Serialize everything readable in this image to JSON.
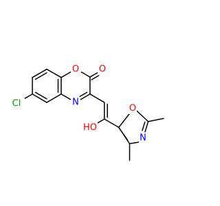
{
  "molecule": {
    "atom_labels": {
      "cl": "Cl",
      "o_ring": "O",
      "o_carbonyl": "O",
      "n_ring": "N",
      "oh": "HO",
      "o_oxazole": "O",
      "n_oxazole": "N"
    },
    "colors": {
      "bond": "#000000",
      "chlorine": "#00a000",
      "oxygen": "#ff0000",
      "nitrogen": "#0000ff"
    }
  }
}
